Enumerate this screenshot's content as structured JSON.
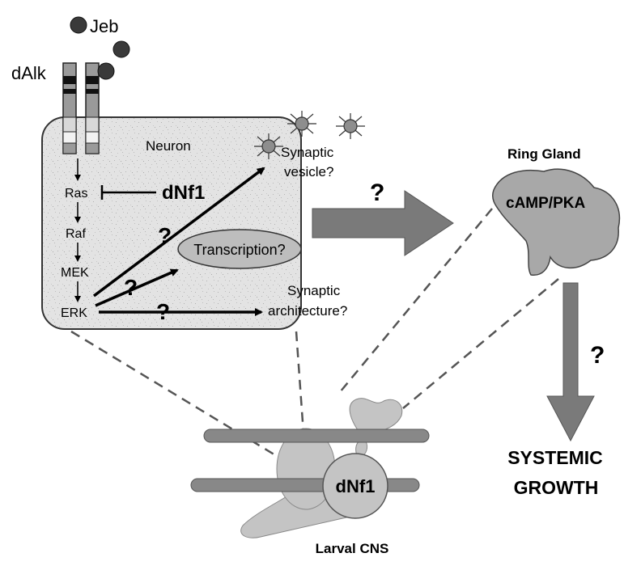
{
  "ligand": {
    "label": "Jeb"
  },
  "receptor": {
    "label": "dAlk"
  },
  "neuron": {
    "label": "Neuron",
    "pathway": [
      "Ras",
      "Raf",
      "MEK",
      "ERK"
    ],
    "inhibitor": "dNf1",
    "outputs": {
      "vesicle_line1": "Synaptic",
      "vesicle_line2": "vesicle?",
      "transcription": "Transcription?",
      "architecture_line1": "Synaptic",
      "architecture_line2": "architecture?"
    },
    "question_mark": "?"
  },
  "ring_gland": {
    "label": "Ring Gland",
    "inner": "cAMP/PKA"
  },
  "systemic": {
    "line1": "SYSTEMIC",
    "line2": "GROWTH"
  },
  "cns": {
    "label": "Larval CNS",
    "inner": "dNf1"
  },
  "colors": {
    "neuron_fill": "#e4e4e4",
    "arrow_gray": "#7a7a7a",
    "cns_gray": "#c4c4c4",
    "nerve_gray": "#888888",
    "dark": "#000000"
  }
}
